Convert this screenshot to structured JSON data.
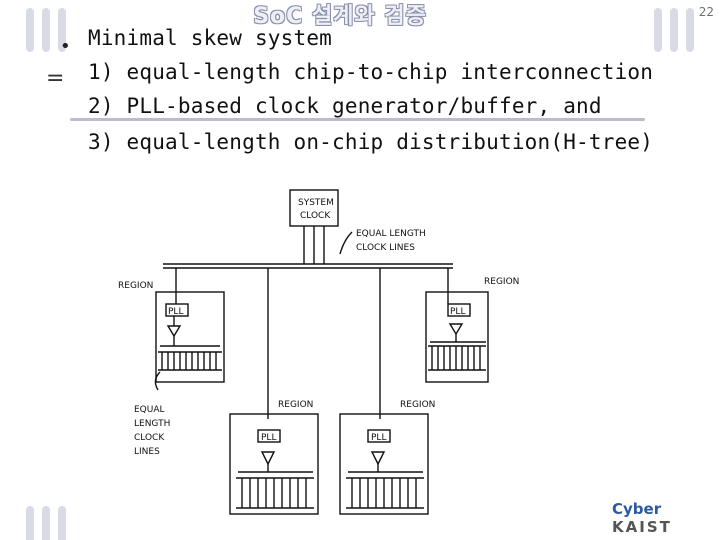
{
  "header": {
    "title": "SoC 설계와 검증",
    "page_number": "22"
  },
  "content": {
    "bullet": "Minimal skew system",
    "items": [
      "1) equal-length chip-to-chip interconnection",
      "2) PLL-based clock generator/buffer, and",
      "3) equal-length on-chip distribution(H-tree)"
    ]
  },
  "figure": {
    "system_clock": [
      "SYSTEM",
      "CLOCK"
    ],
    "equal_length_top": [
      "EQUAL LENGTH",
      "CLOCK LINES"
    ],
    "equal_length_left": [
      "EQUAL",
      "LENGTH",
      "CLOCK",
      "LINES"
    ],
    "region_label": "REGION",
    "pll_label": "PLL"
  },
  "footer": {
    "logo_cyber": "Cyber",
    "logo_kaist": "KAIST"
  }
}
